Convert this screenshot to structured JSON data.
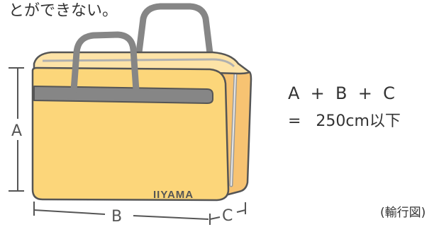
{
  "top_text": "とができない。",
  "bag": {
    "brand": "IIYAMA",
    "color_front": "#FCD67A",
    "color_side": "#F7C372",
    "color_top": "#FDE3A7",
    "color_handle": "#868686"
  },
  "dimensions": {
    "label_a": "A",
    "label_b": "B",
    "label_c": "C"
  },
  "formula": {
    "line1": "A  +  B  +  C",
    "line2": "=   250cm以下"
  },
  "caption": "(輸行図)"
}
